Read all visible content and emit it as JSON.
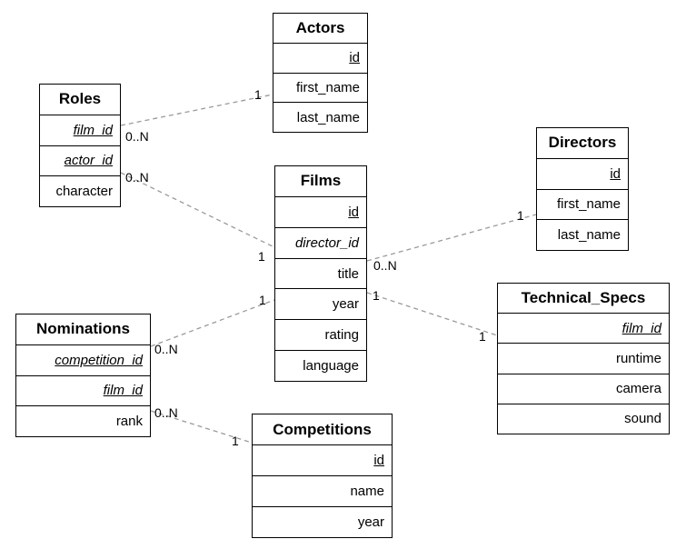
{
  "diagram": {
    "type": "entity-relationship",
    "entities": {
      "actors": {
        "title": "Actors",
        "attributes": [
          {
            "name": "id",
            "key": "primary"
          },
          {
            "name": "first_name",
            "key": "none"
          },
          {
            "name": "last_name",
            "key": "none"
          }
        ]
      },
      "roles": {
        "title": "Roles",
        "attributes": [
          {
            "name": "film_id",
            "key": "primary-foreign"
          },
          {
            "name": "actor_id",
            "key": "primary-foreign"
          },
          {
            "name": "character",
            "key": "none"
          }
        ]
      },
      "films": {
        "title": "Films",
        "attributes": [
          {
            "name": "id",
            "key": "primary"
          },
          {
            "name": "director_id",
            "key": "foreign"
          },
          {
            "name": "title",
            "key": "none"
          },
          {
            "name": "year",
            "key": "none"
          },
          {
            "name": "rating",
            "key": "none"
          },
          {
            "name": "language",
            "key": "none"
          }
        ]
      },
      "directors": {
        "title": "Directors",
        "attributes": [
          {
            "name": "id",
            "key": "primary"
          },
          {
            "name": "first_name",
            "key": "none"
          },
          {
            "name": "last_name",
            "key": "none"
          }
        ]
      },
      "technical_specs": {
        "title": "Technical_Specs",
        "attributes": [
          {
            "name": "film_id",
            "key": "primary-foreign"
          },
          {
            "name": "runtime",
            "key": "none"
          },
          {
            "name": "camera",
            "key": "none"
          },
          {
            "name": "sound",
            "key": "none"
          }
        ]
      },
      "nominations": {
        "title": "Nominations",
        "attributes": [
          {
            "name": "competition_id",
            "key": "primary-foreign"
          },
          {
            "name": "film_id",
            "key": "primary-foreign"
          },
          {
            "name": "rank",
            "key": "none"
          }
        ]
      },
      "competitions": {
        "title": "Competitions",
        "attributes": [
          {
            "name": "id",
            "key": "primary"
          },
          {
            "name": "name",
            "key": "none"
          },
          {
            "name": "year",
            "key": "none"
          }
        ]
      }
    },
    "relationships": [
      {
        "from": "Roles",
        "to": "Actors",
        "from_card": "0..N",
        "to_card": "1"
      },
      {
        "from": "Roles",
        "to": "Films",
        "from_card": "0..N",
        "to_card": "1"
      },
      {
        "from": "Films",
        "to": "Directors",
        "from_card": "0..N",
        "to_card": "1"
      },
      {
        "from": "Films",
        "to": "Technical_Specs",
        "from_card": "1",
        "to_card": "1"
      },
      {
        "from": "Nominations",
        "to": "Films",
        "from_card": "0..N",
        "to_card": "1"
      },
      {
        "from": "Nominations",
        "to": "Competitions",
        "from_card": "0..N",
        "to_card": "1"
      }
    ],
    "colors": {
      "border": "#000000",
      "fill": "#ffffff",
      "relationship_line": "#9a9a9a",
      "text": "#000000"
    }
  }
}
